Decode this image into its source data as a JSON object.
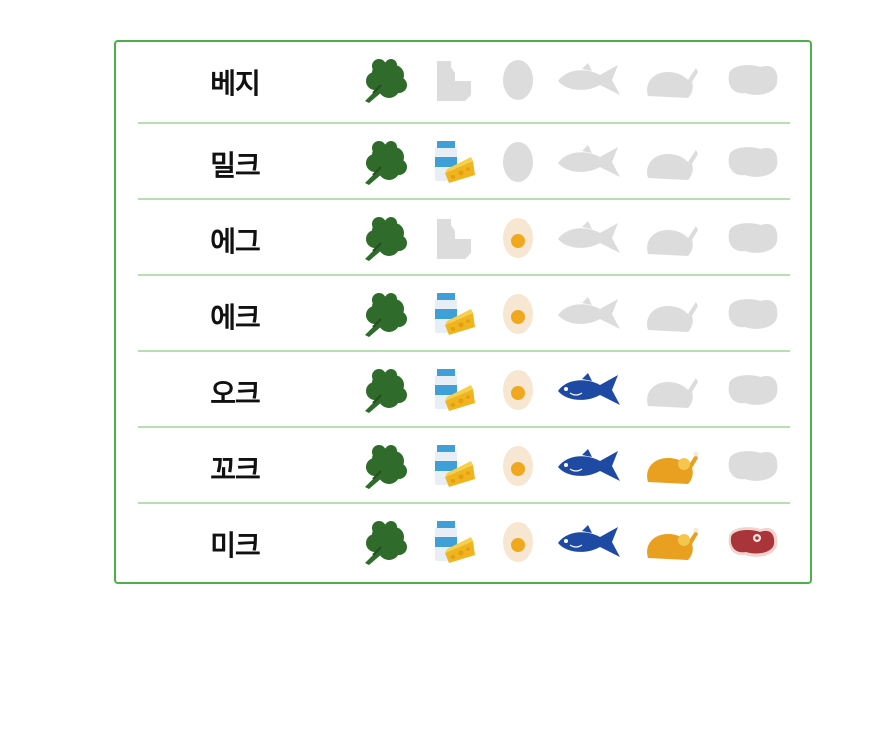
{
  "rows": [
    {
      "label": "베지",
      "broccoli": true,
      "dairy": false,
      "egg": false,
      "fish": false,
      "poultry": false,
      "meat": false
    },
    {
      "label": "밀크",
      "broccoli": true,
      "dairy": true,
      "egg": false,
      "fish": false,
      "poultry": false,
      "meat": false
    },
    {
      "label": "에그",
      "broccoli": true,
      "dairy": false,
      "egg": true,
      "fish": false,
      "poultry": false,
      "meat": false
    },
    {
      "label": "에크",
      "broccoli": true,
      "dairy": true,
      "egg": true,
      "fish": false,
      "poultry": false,
      "meat": false
    },
    {
      "label": "오크",
      "broccoli": true,
      "dairy": true,
      "egg": true,
      "fish": true,
      "poultry": false,
      "meat": false
    },
    {
      "label": "꼬크",
      "broccoli": true,
      "dairy": true,
      "egg": true,
      "fish": true,
      "poultry": true,
      "meat": false
    },
    {
      "label": "미크",
      "broccoli": true,
      "dairy": true,
      "egg": true,
      "fish": true,
      "poultry": true,
      "meat": true
    }
  ],
  "colors": {
    "border": "#4cb04a",
    "separator": "#b8dfb0",
    "inactive": "#dcdcdc",
    "broccoli": "#2f6b2a",
    "fish": "#1f4aa3",
    "poultry": "#e9a020",
    "meat": "#a9343a",
    "egg_white": "#f7e6d2",
    "egg_yolk": "#f0a81e"
  },
  "icons": [
    "broccoli-icon",
    "dairy-icon",
    "egg-icon",
    "fish-icon",
    "poultry-icon",
    "meat-icon"
  ]
}
